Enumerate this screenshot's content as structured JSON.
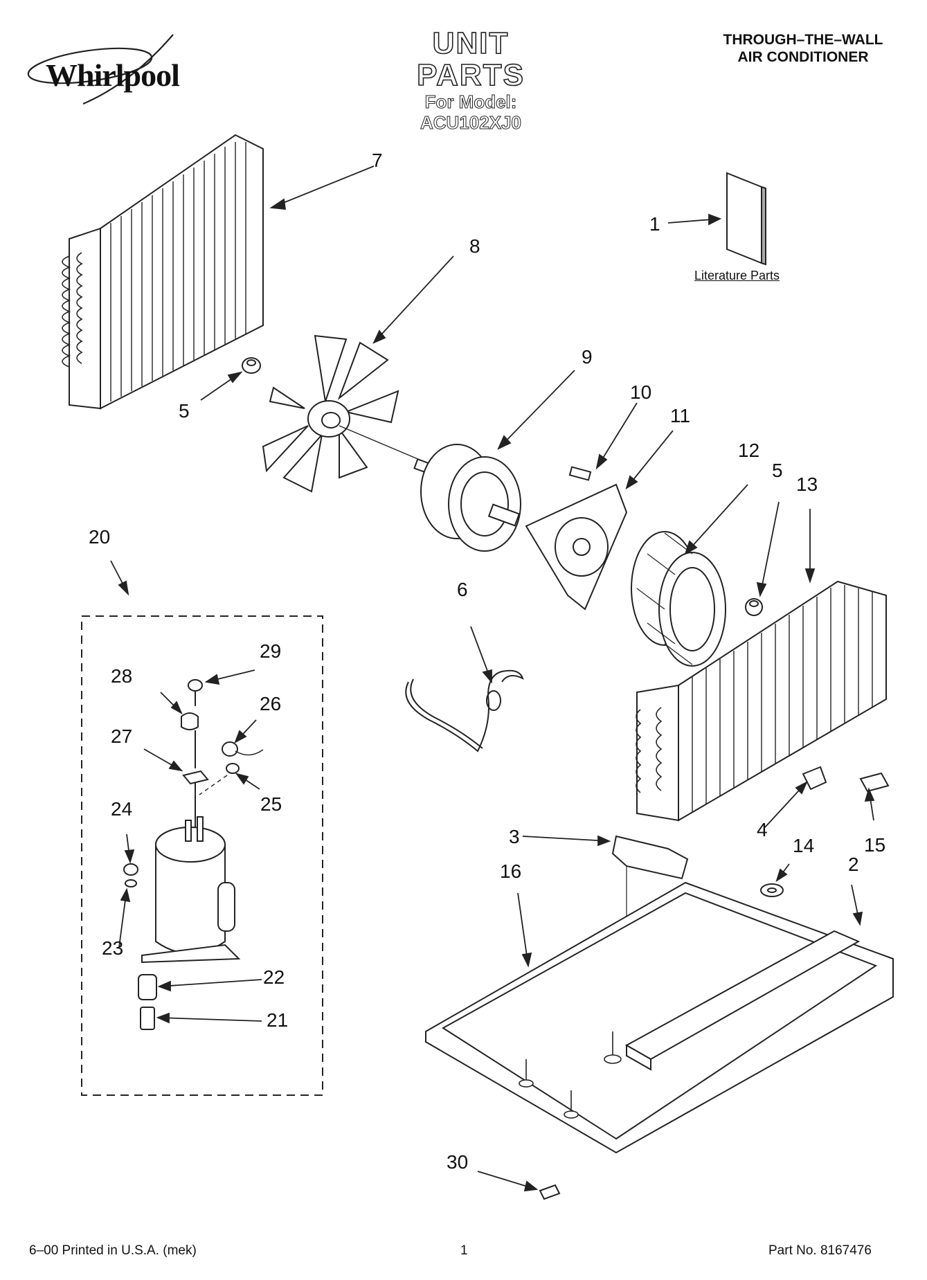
{
  "header": {
    "brand": "Whirlpool",
    "title": "UNIT PARTS",
    "model": "For Model: ACU102XJ0",
    "product_line1": "THROUGH–THE–WALL",
    "product_line2": "AIR CONDITIONER"
  },
  "literature_label": "Literature Parts",
  "callouts": {
    "c1": "1",
    "c2": "2",
    "c3": "3",
    "c4": "4",
    "c5a": "5",
    "c5b": "5",
    "c6": "6",
    "c7": "7",
    "c8": "8",
    "c9": "9",
    "c10": "10",
    "c11": "11",
    "c12": "12",
    "c13": "13",
    "c14": "14",
    "c15": "15",
    "c16": "16",
    "c20": "20",
    "c21": "21",
    "c22": "22",
    "c23": "23",
    "c24": "24",
    "c25": "25",
    "c26": "26",
    "c27": "27",
    "c28": "28",
    "c29": "29",
    "c30": "30"
  },
  "footer": {
    "printed": "6–00 Printed in U.S.A. (mek)",
    "page": "1",
    "part_no": "Part No. 8167476"
  }
}
